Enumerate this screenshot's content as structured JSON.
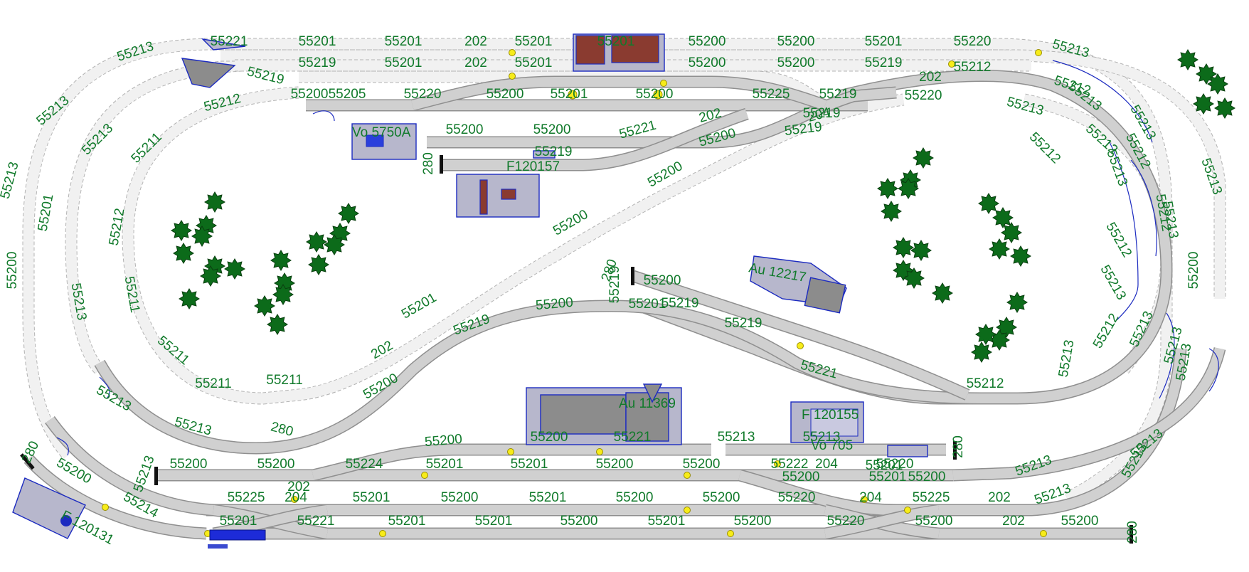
{
  "plan": {
    "track_labels": [
      "55221",
      "55201",
      "55201",
      "202",
      "55201",
      "55201",
      "55200",
      "55200",
      "55201",
      "55220",
      "55213",
      "55213",
      "55219",
      "55201",
      "202",
      "55201",
      "55200",
      "55200",
      "55219",
      "55212",
      "55219",
      "55212",
      "55200",
      "55205",
      "55220",
      "55200",
      "55201",
      "55200",
      "55225",
      "55219",
      "202",
      "55220",
      "55213",
      "55213",
      "55213",
      "55212",
      "55212",
      "55213",
      "55212",
      "55212",
      "55213",
      "55213",
      "55213",
      "55213",
      "202",
      "204",
      "55219",
      "55200",
      "55200",
      "55219",
      "55221",
      "55200",
      "55211",
      "55212",
      "280",
      "55200",
      "55212",
      "55213",
      "55212",
      "55200",
      "55200",
      "55200",
      "55211",
      "55201",
      "55219",
      "280",
      "55200",
      "55219",
      "55219",
      "55213",
      "55213",
      "55213",
      "55211",
      "55211",
      "55211",
      "202",
      "55201",
      "55219",
      "55200",
      "55201",
      "55221",
      "55212",
      "55213",
      "55212",
      "55213",
      "55213",
      "55200",
      "55213",
      "55213",
      "280",
      "55219",
      "55200",
      "55200",
      "55221",
      "55213",
      "55213",
      "55200",
      "55200",
      "55224",
      "55201",
      "55201",
      "55200",
      "55200",
      "55222",
      "204",
      "55220",
      "280",
      "280",
      "55213",
      "202",
      "55213",
      "55225",
      "204",
      "55201",
      "55200",
      "55201",
      "55200",
      "55200",
      "55220",
      "204",
      "55225",
      "202",
      "55213",
      "55214",
      "55201",
      "55221",
      "55201",
      "55201",
      "55200",
      "55201",
      "55200",
      "55220",
      "55200",
      "202",
      "55200",
      "280",
      "55200",
      "55201",
      "55200",
      "55200",
      "55201",
      "55213",
      "55213"
    ],
    "object_labels": [
      "Vo 5750A",
      "F120157",
      "Au 12217",
      "Au 11369",
      "F 120155",
      "Vo 705",
      "F 120131"
    ]
  }
}
